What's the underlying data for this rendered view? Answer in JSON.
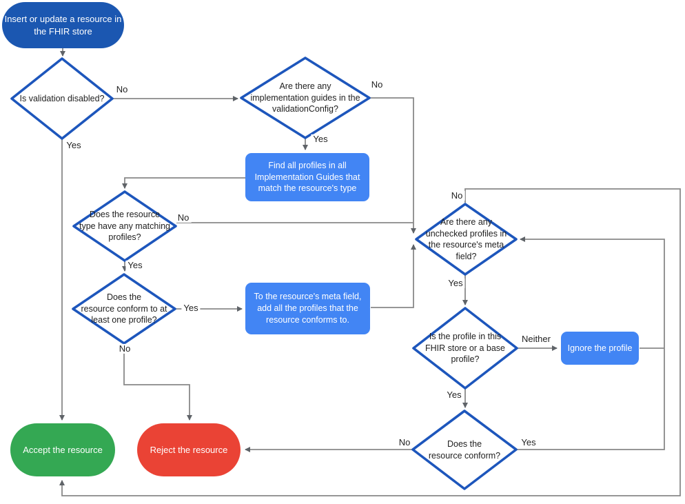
{
  "title": "FHIR store resource validation flowchart",
  "nodes": {
    "start": {
      "label": "Insert or update a resource in\nthe FHIR store",
      "type": "terminal"
    },
    "is_validation_disabled": {
      "label": "Is validation disabled?",
      "type": "decision"
    },
    "any_implementation_guides": {
      "label": "Are there any\nimplementation guides in the\nvalidationConfig?",
      "type": "decision"
    },
    "find_all_profiles": {
      "label": "Find all profiles in all\nImplementation Guides that\nmatch the resource's type",
      "type": "process"
    },
    "any_matching_profiles": {
      "label": "Does the resource\ntype have any matching\nprofiles?",
      "type": "decision"
    },
    "conforms_to_one_profile": {
      "label": "Does the\nresource conform to at\nleast one profile?",
      "type": "decision"
    },
    "add_profiles_to_meta": {
      "label": "To the resource's meta field,\nadd all the profiles that the\nresource conforms to.",
      "type": "process"
    },
    "any_unchecked_profiles": {
      "label": "Are there any\nunchecked profiles in\nthe resource's meta\nfield?",
      "type": "decision"
    },
    "profile_in_store_or_base": {
      "label": "Is the profile in this\nFHIR store or a base\nprofile?",
      "type": "decision"
    },
    "ignore_profile": {
      "label": "Ignore the profile",
      "type": "process"
    },
    "does_resource_conform": {
      "label": "Does the\nresource conform?",
      "type": "decision"
    },
    "accept": {
      "label": "Accept the resource",
      "type": "terminal"
    },
    "reject": {
      "label": "Reject the resource",
      "type": "terminal"
    }
  },
  "edge_labels": {
    "validation_disabled_no": "No",
    "validation_disabled_yes": "Yes",
    "implementation_guides_no": "No",
    "implementation_guides_yes": "Yes",
    "matching_profiles_no": "No",
    "matching_profiles_yes": "Yes",
    "conforms_one_yes": "Yes",
    "conforms_one_no": "No",
    "unchecked_profiles_no": "No",
    "unchecked_profiles_yes": "Yes",
    "profile_store_neither": "Neither",
    "profile_store_yes": "Yes",
    "resource_conform_no": "No",
    "resource_conform_yes": "Yes"
  },
  "colors": {
    "start_fill": "#1b57b1",
    "diamond_border": "#1d56bc",
    "process_fill": "#4285f4",
    "accept_fill": "#34a853",
    "reject_fill": "#ea4335",
    "connector": "#888888",
    "arrowhead": "#5f6368",
    "text_dark": "#212121",
    "text_light": "#ffffff"
  }
}
